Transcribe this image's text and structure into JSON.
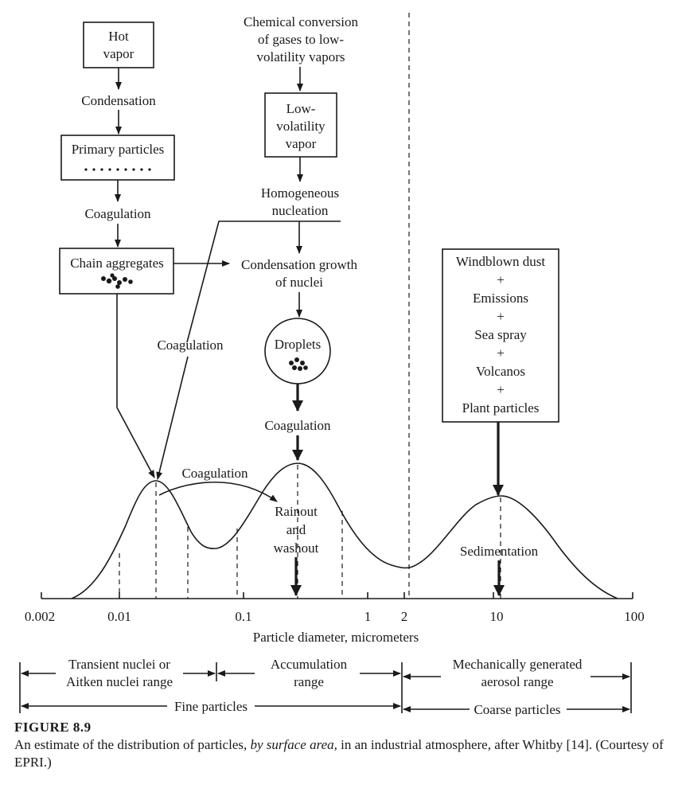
{
  "boxes": {
    "hot_vapor": [
      "Hot",
      "vapor"
    ],
    "primary_particles": "Primary particles",
    "chain_aggregates": "Chain aggregates",
    "low_volatility_vapor": [
      "Low-",
      "volatility",
      "vapor"
    ],
    "droplets": "Droplets",
    "sources": [
      "Windblown dust",
      "+",
      "Emissions",
      "+",
      "Sea spray",
      "+",
      "Volcanos",
      "+",
      "Plant particles"
    ]
  },
  "labels": {
    "chemical_conversion": [
      "Chemical conversion",
      "of gases to low-",
      "volatility vapors"
    ],
    "condensation": "Condensation",
    "coagulation_1": "Coagulation",
    "homogeneous_nucleation": [
      "Homogeneous",
      "nucleation"
    ],
    "condensation_growth": [
      "Condensation growth",
      "of nuclei"
    ],
    "coagulation_left": "Coagulation",
    "coagulation_mid": "Coagulation",
    "coagulation_curve": "Coagulation",
    "rainout": [
      "Rainout",
      "and",
      "washout"
    ],
    "sedimentation": "Sedimentation"
  },
  "axis": {
    "ticks": [
      "0.002",
      "0.01",
      "0.1",
      "1",
      "2",
      "10",
      "100"
    ],
    "xlabel": "Particle diameter, micrometers"
  },
  "ranges": {
    "transient": [
      "Transient nuclei or",
      "Aitken nuclei range"
    ],
    "accumulation": [
      "Accumulation",
      "range"
    ],
    "mechanical": [
      "Mechanically generated",
      "aerosol range"
    ],
    "fine": "Fine particles",
    "coarse": "Coarse particles"
  },
  "caption": {
    "label": "FIGURE 8.9",
    "text_before": "An estimate of the distribution of particles, ",
    "text_italic": "by surface area,",
    "text_after": " in an industrial atmosphere, after Whitby [14]. (Courtesy of EPRI.)"
  }
}
